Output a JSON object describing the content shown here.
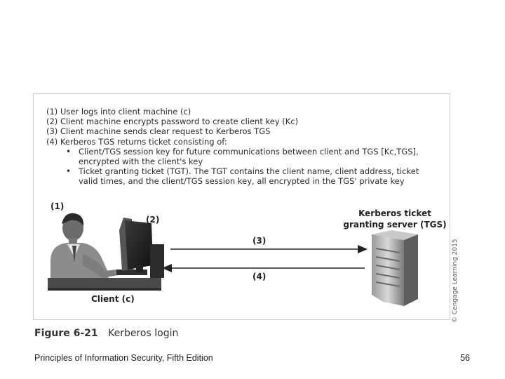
{
  "figure": {
    "steps": [
      "(1)  User logs into client machine (c)",
      "(2)  Client machine encrypts password to create client key (Kc)",
      "(3)  Client machine sends clear request to Kerberos TGS",
      "(4)  Kerberos TGS returns ticket consisting of:"
    ],
    "bullets": [
      "Client/TGS session key for future communications between client and TGS [Kc,TGS], encrypted with the client's key",
      "Ticket granting ticket (TGT). The TGT contains the client name, client address, ticket valid times, and the client/TGS session key, all encrypted in the TGS' private key"
    ],
    "labels": {
      "step1": "(1)",
      "step2": "(2)",
      "arrow3": "(3)",
      "arrow4": "(4)",
      "client": "Client (c)",
      "server_line1": "Kerberos ticket",
      "server_line2": "granting server (TGS)"
    },
    "copyright": "© Cengage Learning 2015",
    "caption_number": "Figure 6-21",
    "caption_title": "Kerberos login"
  },
  "footer": {
    "book_title": "Principles of Information Security, Fifth Edition",
    "page_number": "56"
  }
}
